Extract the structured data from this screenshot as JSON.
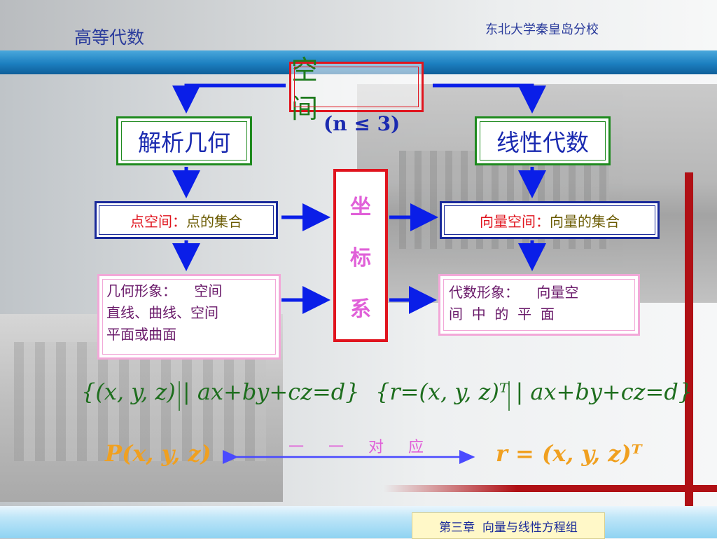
{
  "header": {
    "course_title": "高等代数",
    "school": "东北大学秦皇岛分校"
  },
  "diagram": {
    "space_label": "空 间",
    "dimension_condition": "(n ≤ 3)",
    "analytic_geometry": "解析几何",
    "linear_algebra": "线性代数",
    "point_space_prefix": "点空间：",
    "point_space_suffix": "点的集合",
    "vector_space_prefix": "向量空间：",
    "vector_space_suffix": "向量的集合",
    "coordinate_system": [
      "坐",
      "标",
      "系"
    ],
    "geometric_image_lines": [
      "几何形象：    空间",
      "直线、曲线、空间",
      "平面或曲面"
    ],
    "algebraic_image_lines": [
      "代数形象：    向量空",
      "间  中  的  平  面"
    ]
  },
  "formulas": {
    "plane_set": "{(x, y, z) | ax+by+cz=d}",
    "vector_set": "{r=(x, y, z)ᵀ | ax+by+cz=d}",
    "one_to_one": "一 一 对 应",
    "point": "P(x, y, z)",
    "vector": "r = (x, y, z)ᵀ"
  },
  "footer": {
    "chapter": "第三章  向量与线性方程组"
  },
  "colors": {
    "red": "#e0141e",
    "green": "#1e8a1e",
    "navy": "#1a2a9a",
    "blue_arrow": "#0a1ee8",
    "pink": "#f2a8d8",
    "orange": "#f0a020"
  }
}
